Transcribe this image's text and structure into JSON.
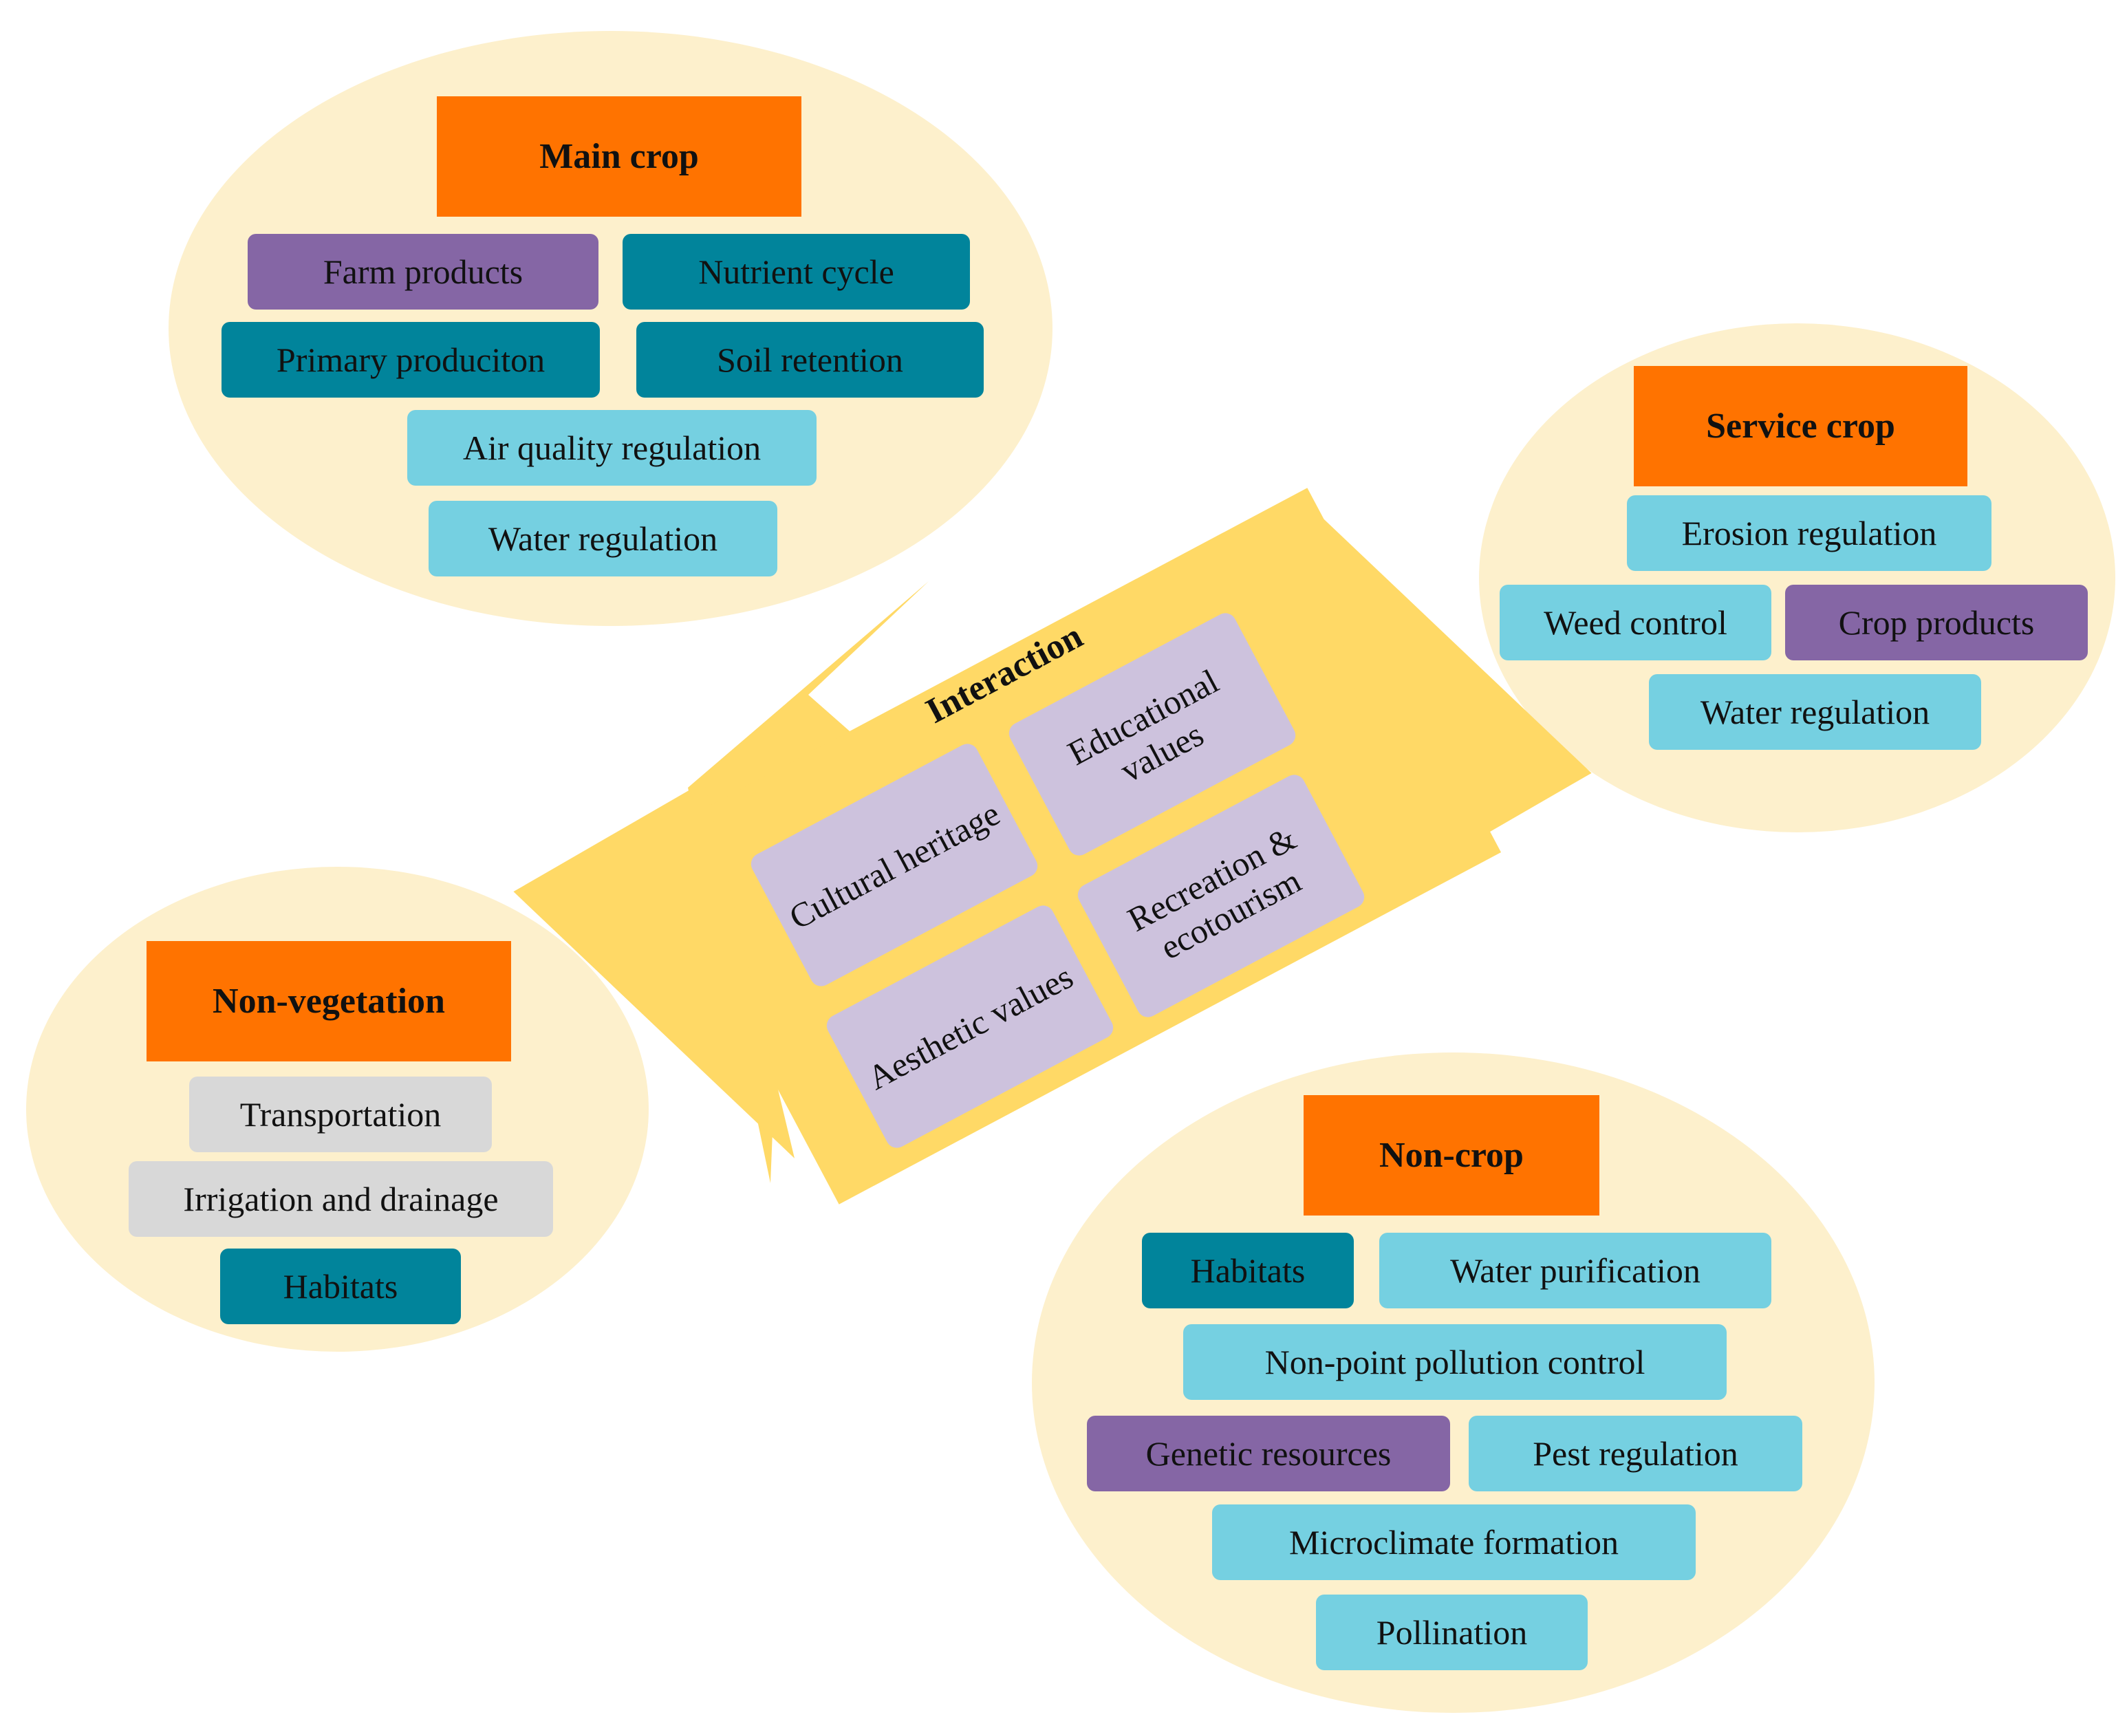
{
  "colors": {
    "ellipse_fill": "#fdf0cc",
    "header_fill": "#ff7300",
    "dark_teal": "#01849b",
    "light_teal": "#75d0e1",
    "purple": "#8566a5",
    "grey": "#d8d8d8",
    "lavender": "#cdc2dd",
    "arrow_fill": "#ffd966"
  },
  "main_crop": {
    "header": "Main crop",
    "items": [
      "Farm products",
      "Nutrient cycle",
      "Primary produciton",
      "Soil retention",
      "Air quality regulation",
      "Water regulation"
    ]
  },
  "service_crop": {
    "header": "Service crop",
    "items": [
      "Erosion regulation",
      "Weed control",
      "Crop products",
      "Water regulation"
    ]
  },
  "non_vegetation": {
    "header": "Non-vegetation",
    "items": [
      "Transportation",
      "Irrigation and drainage",
      "Habitats"
    ]
  },
  "non_crop": {
    "header": "Non-crop",
    "items": [
      "Habitats",
      "Water purification",
      "Non-point pollution control",
      "Genetic resources",
      "Pest regulation",
      "Microclimate formation",
      "Pollination"
    ]
  },
  "interaction": {
    "title": "Interaction",
    "items": [
      "Cultural heritage",
      "Educational values",
      "Aesthetic values",
      "Recreation & ecotourism"
    ]
  }
}
